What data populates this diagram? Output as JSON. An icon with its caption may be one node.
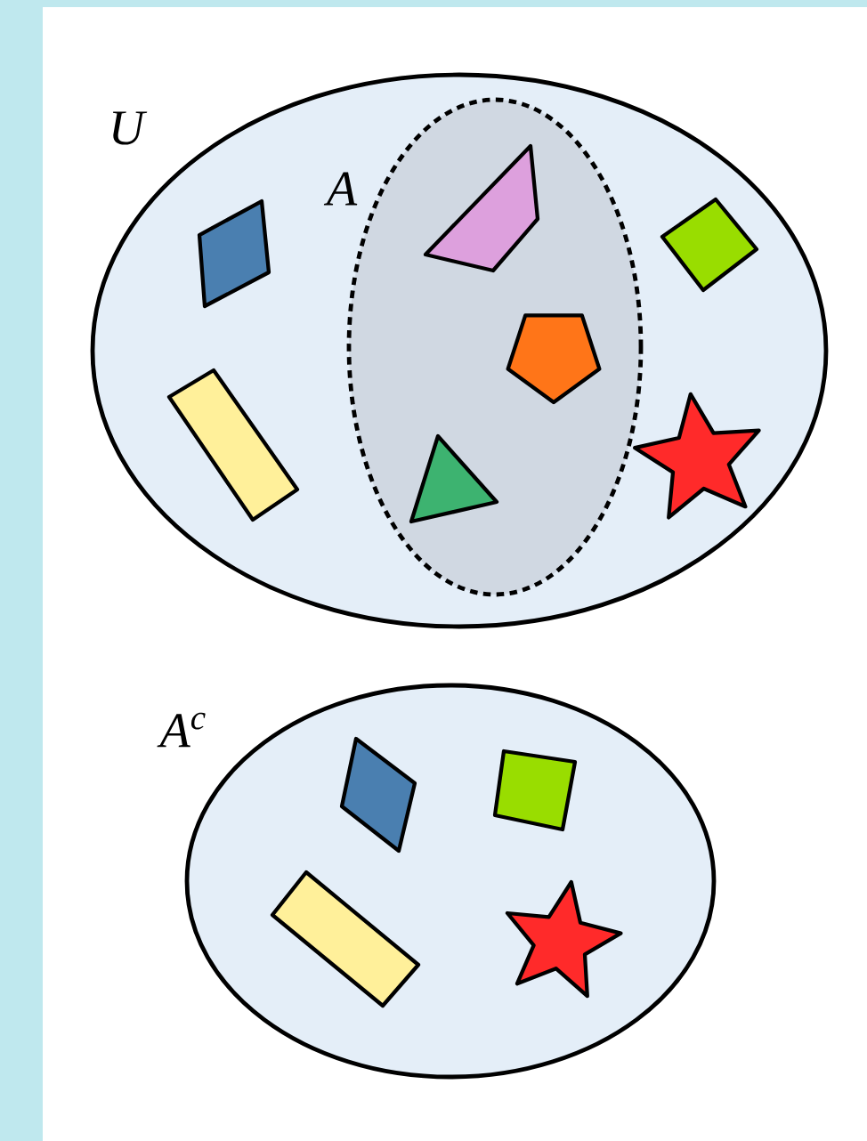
{
  "diagram": {
    "nodes": [
      {
        "text": [
          "U"
        ]
      },
      {
        "text": [
          "A"
        ],
        "in": 0
      },
      {
        "text": [],
        "shape": "parallelogram",
        "in": 0
      },
      {
        "text": [],
        "shape": "trapezoid",
        "in": 1
      },
      {
        "text": [],
        "shape": "square",
        "in": 0
      },
      {
        "text": [],
        "shape": "pentagon",
        "in": 1
      },
      {
        "text": [],
        "shape": "rectangle",
        "in": 0
      },
      {
        "text": [],
        "shape": "star",
        "in": 0
      },
      {
        "text": [],
        "shape": "triangle",
        "in": 1
      },
      {
        "text": [
          "A$^{c}$"
        ]
      },
      {
        "text": [],
        "shape": "parallelogram",
        "in": 9
      },
      {
        "text": [],
        "shape": "square",
        "in": 9
      },
      {
        "text": [],
        "shape": "rectangle",
        "in": 9
      },
      {
        "text": [],
        "shape": "star",
        "in": 9
      }
    ]
  }
}
